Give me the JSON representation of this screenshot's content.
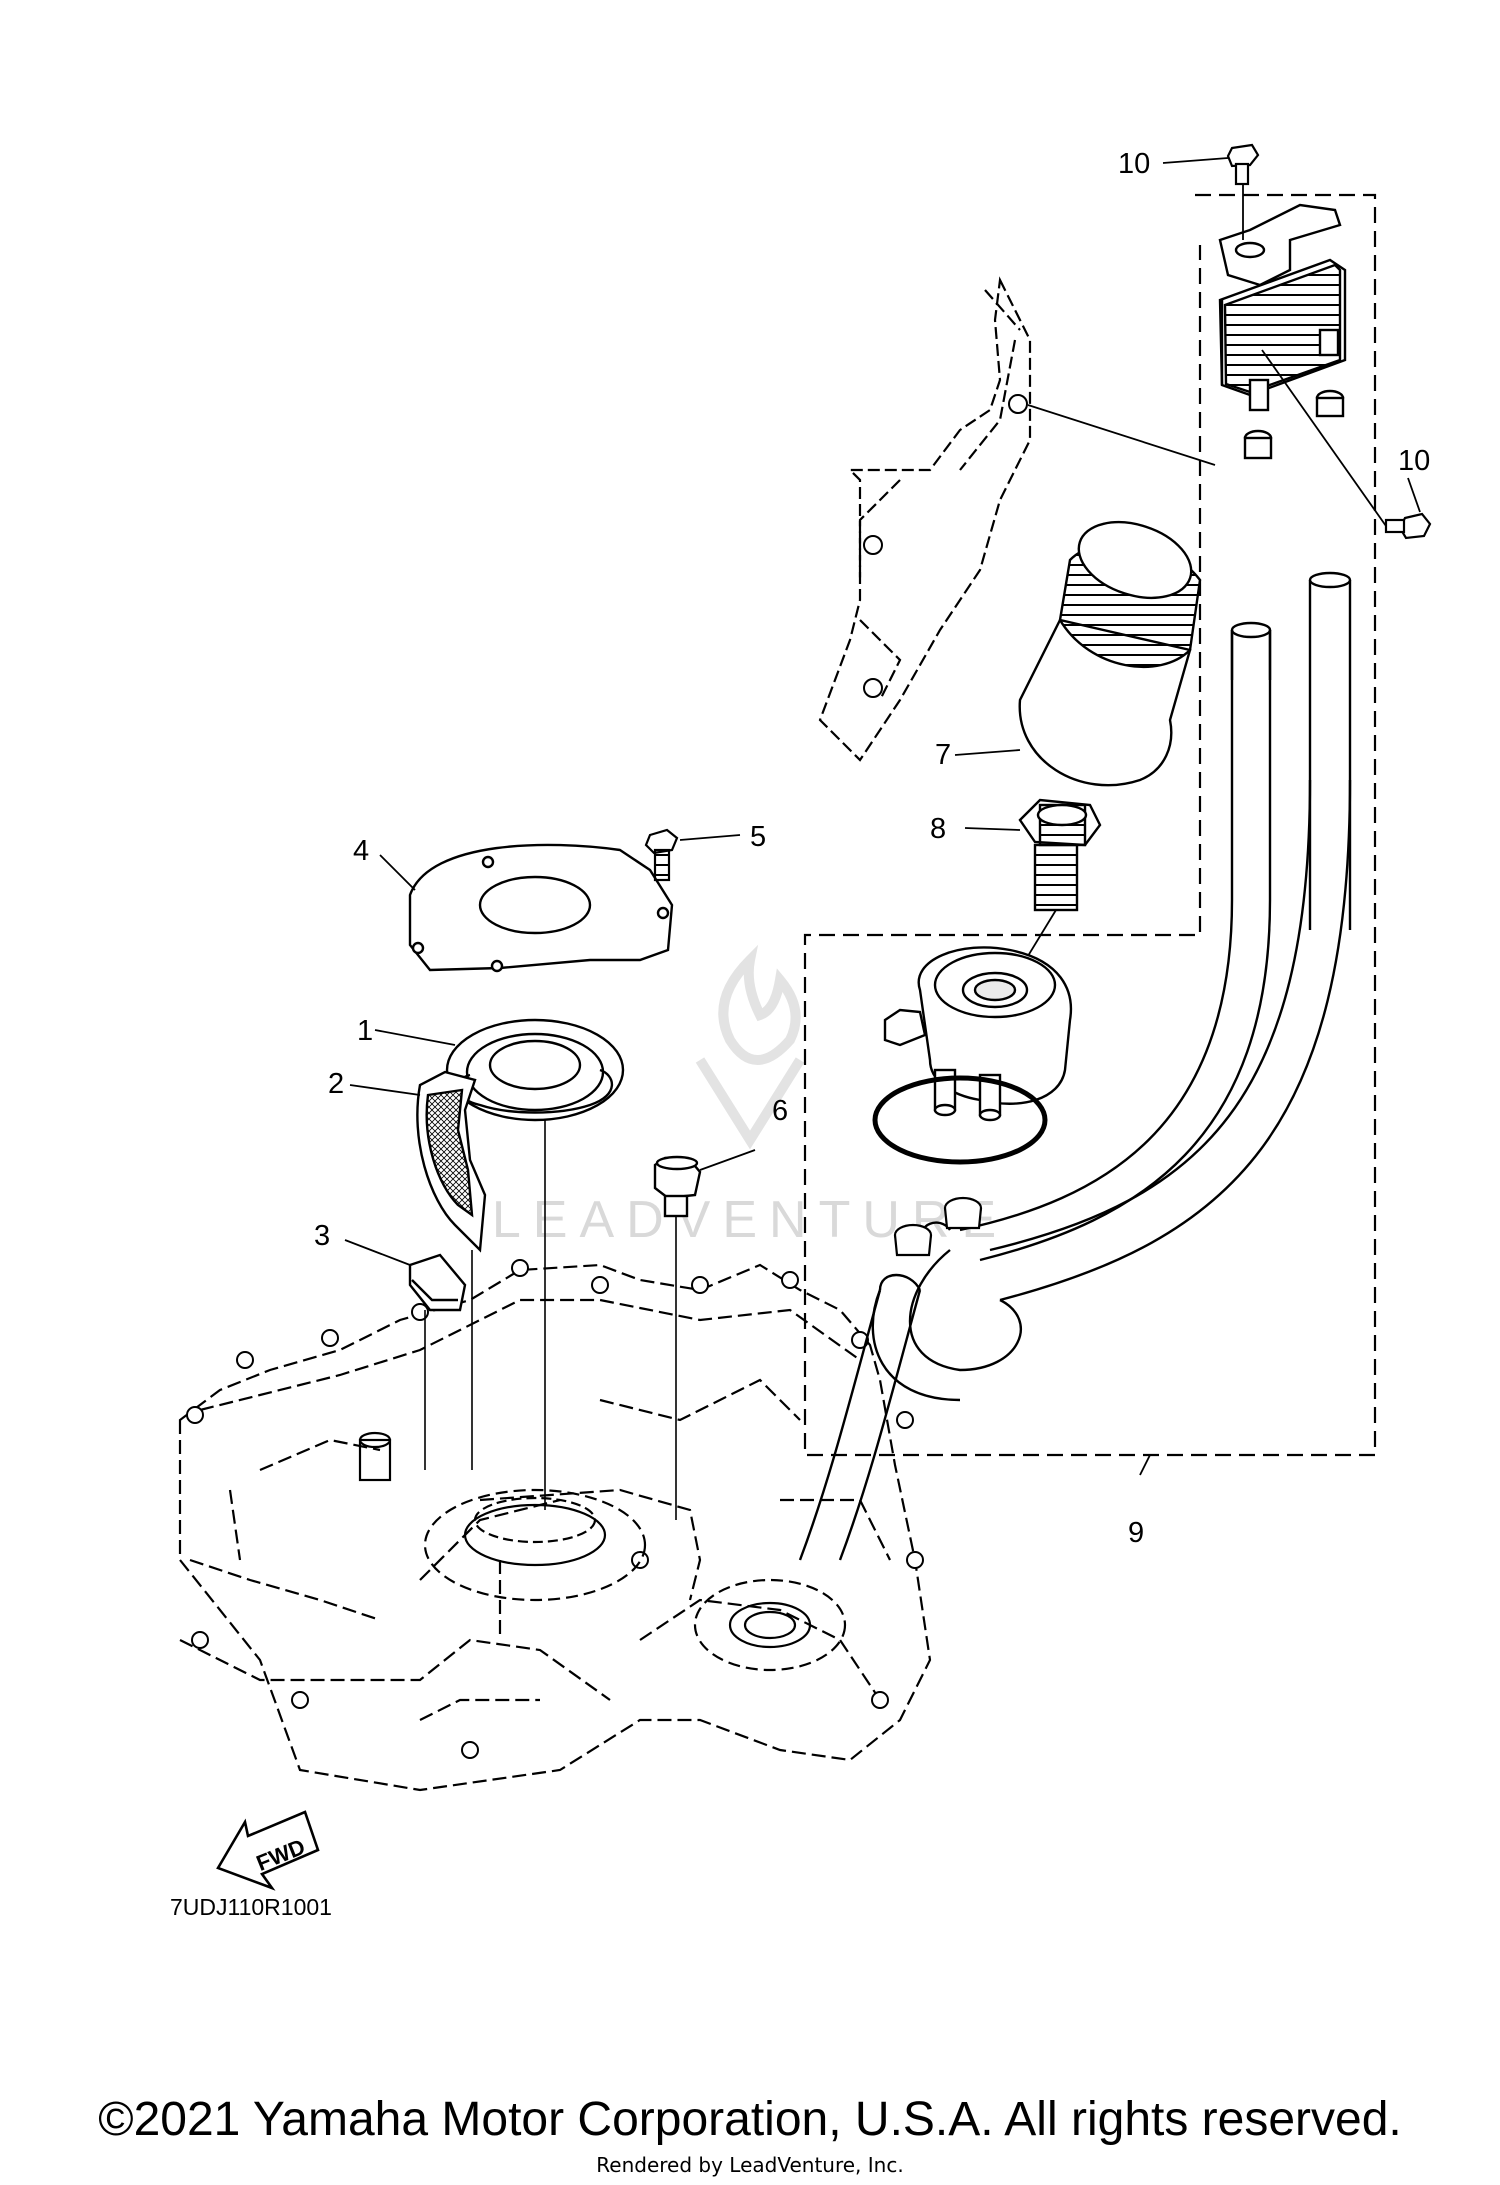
{
  "diagram": {
    "callouts": [
      {
        "id": "1",
        "text": "1"
      },
      {
        "id": "2",
        "text": "2"
      },
      {
        "id": "3",
        "text": "3"
      },
      {
        "id": "4",
        "text": "4"
      },
      {
        "id": "5",
        "text": "5"
      },
      {
        "id": "6",
        "text": "6"
      },
      {
        "id": "7",
        "text": "7"
      },
      {
        "id": "8",
        "text": "8"
      },
      {
        "id": "9",
        "text": "9"
      },
      {
        "id": "10a",
        "text": "10"
      },
      {
        "id": "10b",
        "text": "10"
      }
    ],
    "fwd_arrow_label": "FWD",
    "diagram_code": "7UDJ110R1001",
    "watermark": "LEADVENTURE"
  },
  "footer": {
    "copyright": "©2021 Yamaha Motor Corporation, U.S.A. All rights reserved.",
    "rendered_by": "Rendered by LeadVenture, Inc."
  }
}
